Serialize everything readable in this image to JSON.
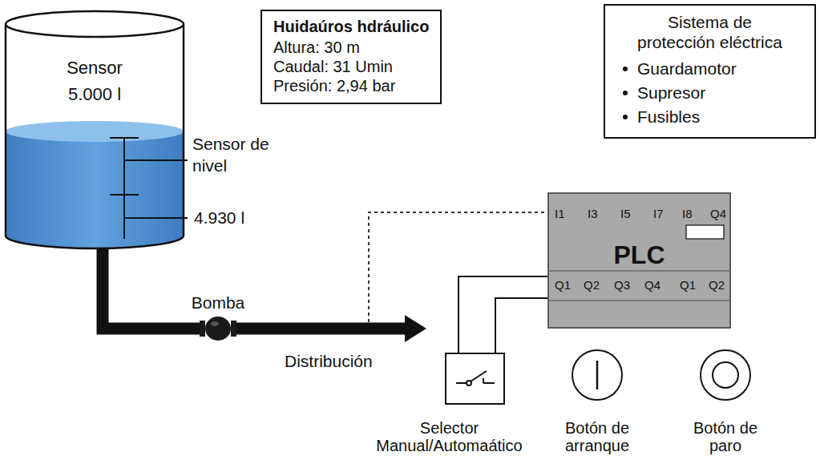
{
  "diagram": {
    "nodes": [
      {
        "text": [
          "Sensor 5.000 l"
        ]
      },
      {
        "text": [
          "Huidaúros hdráulico",
          "Altura: 30 m",
          "Caudal: 31 Umin",
          "Presión: 2,94 bar"
        ]
      },
      {
        "text": [
          "Sistema de protección eléctrica",
          "Guardamotor",
          "Supresor",
          "Fusibles"
        ]
      },
      {
        "text": [
          "PLC"
        ]
      },
      {
        "text": [
          "Bomba"
        ]
      },
      {
        "text": [
          "Selector Manual/Automaático"
        ]
      },
      {
        "text": [
          "Botón de arranque"
        ]
      },
      {
        "text": [
          "Botón de paro"
        ]
      }
    ],
    "edges": [
      {
        "from": 0,
        "to": 4,
        "arrow": "none"
      },
      {
        "from": 5,
        "to": 3,
        "arrow": "none"
      },
      {
        "from": 5,
        "to": 3,
        "arrow": "none"
      }
    ],
    "labels": [
      "Sensor de nivel",
      "4.930 l",
      "Distribución",
      "I1",
      "I3",
      "I5",
      "I7",
      "I8",
      "Q4",
      "Q1",
      "Q2",
      "Q3",
      "Q4",
      "Q1",
      "Q2"
    ]
  }
}
